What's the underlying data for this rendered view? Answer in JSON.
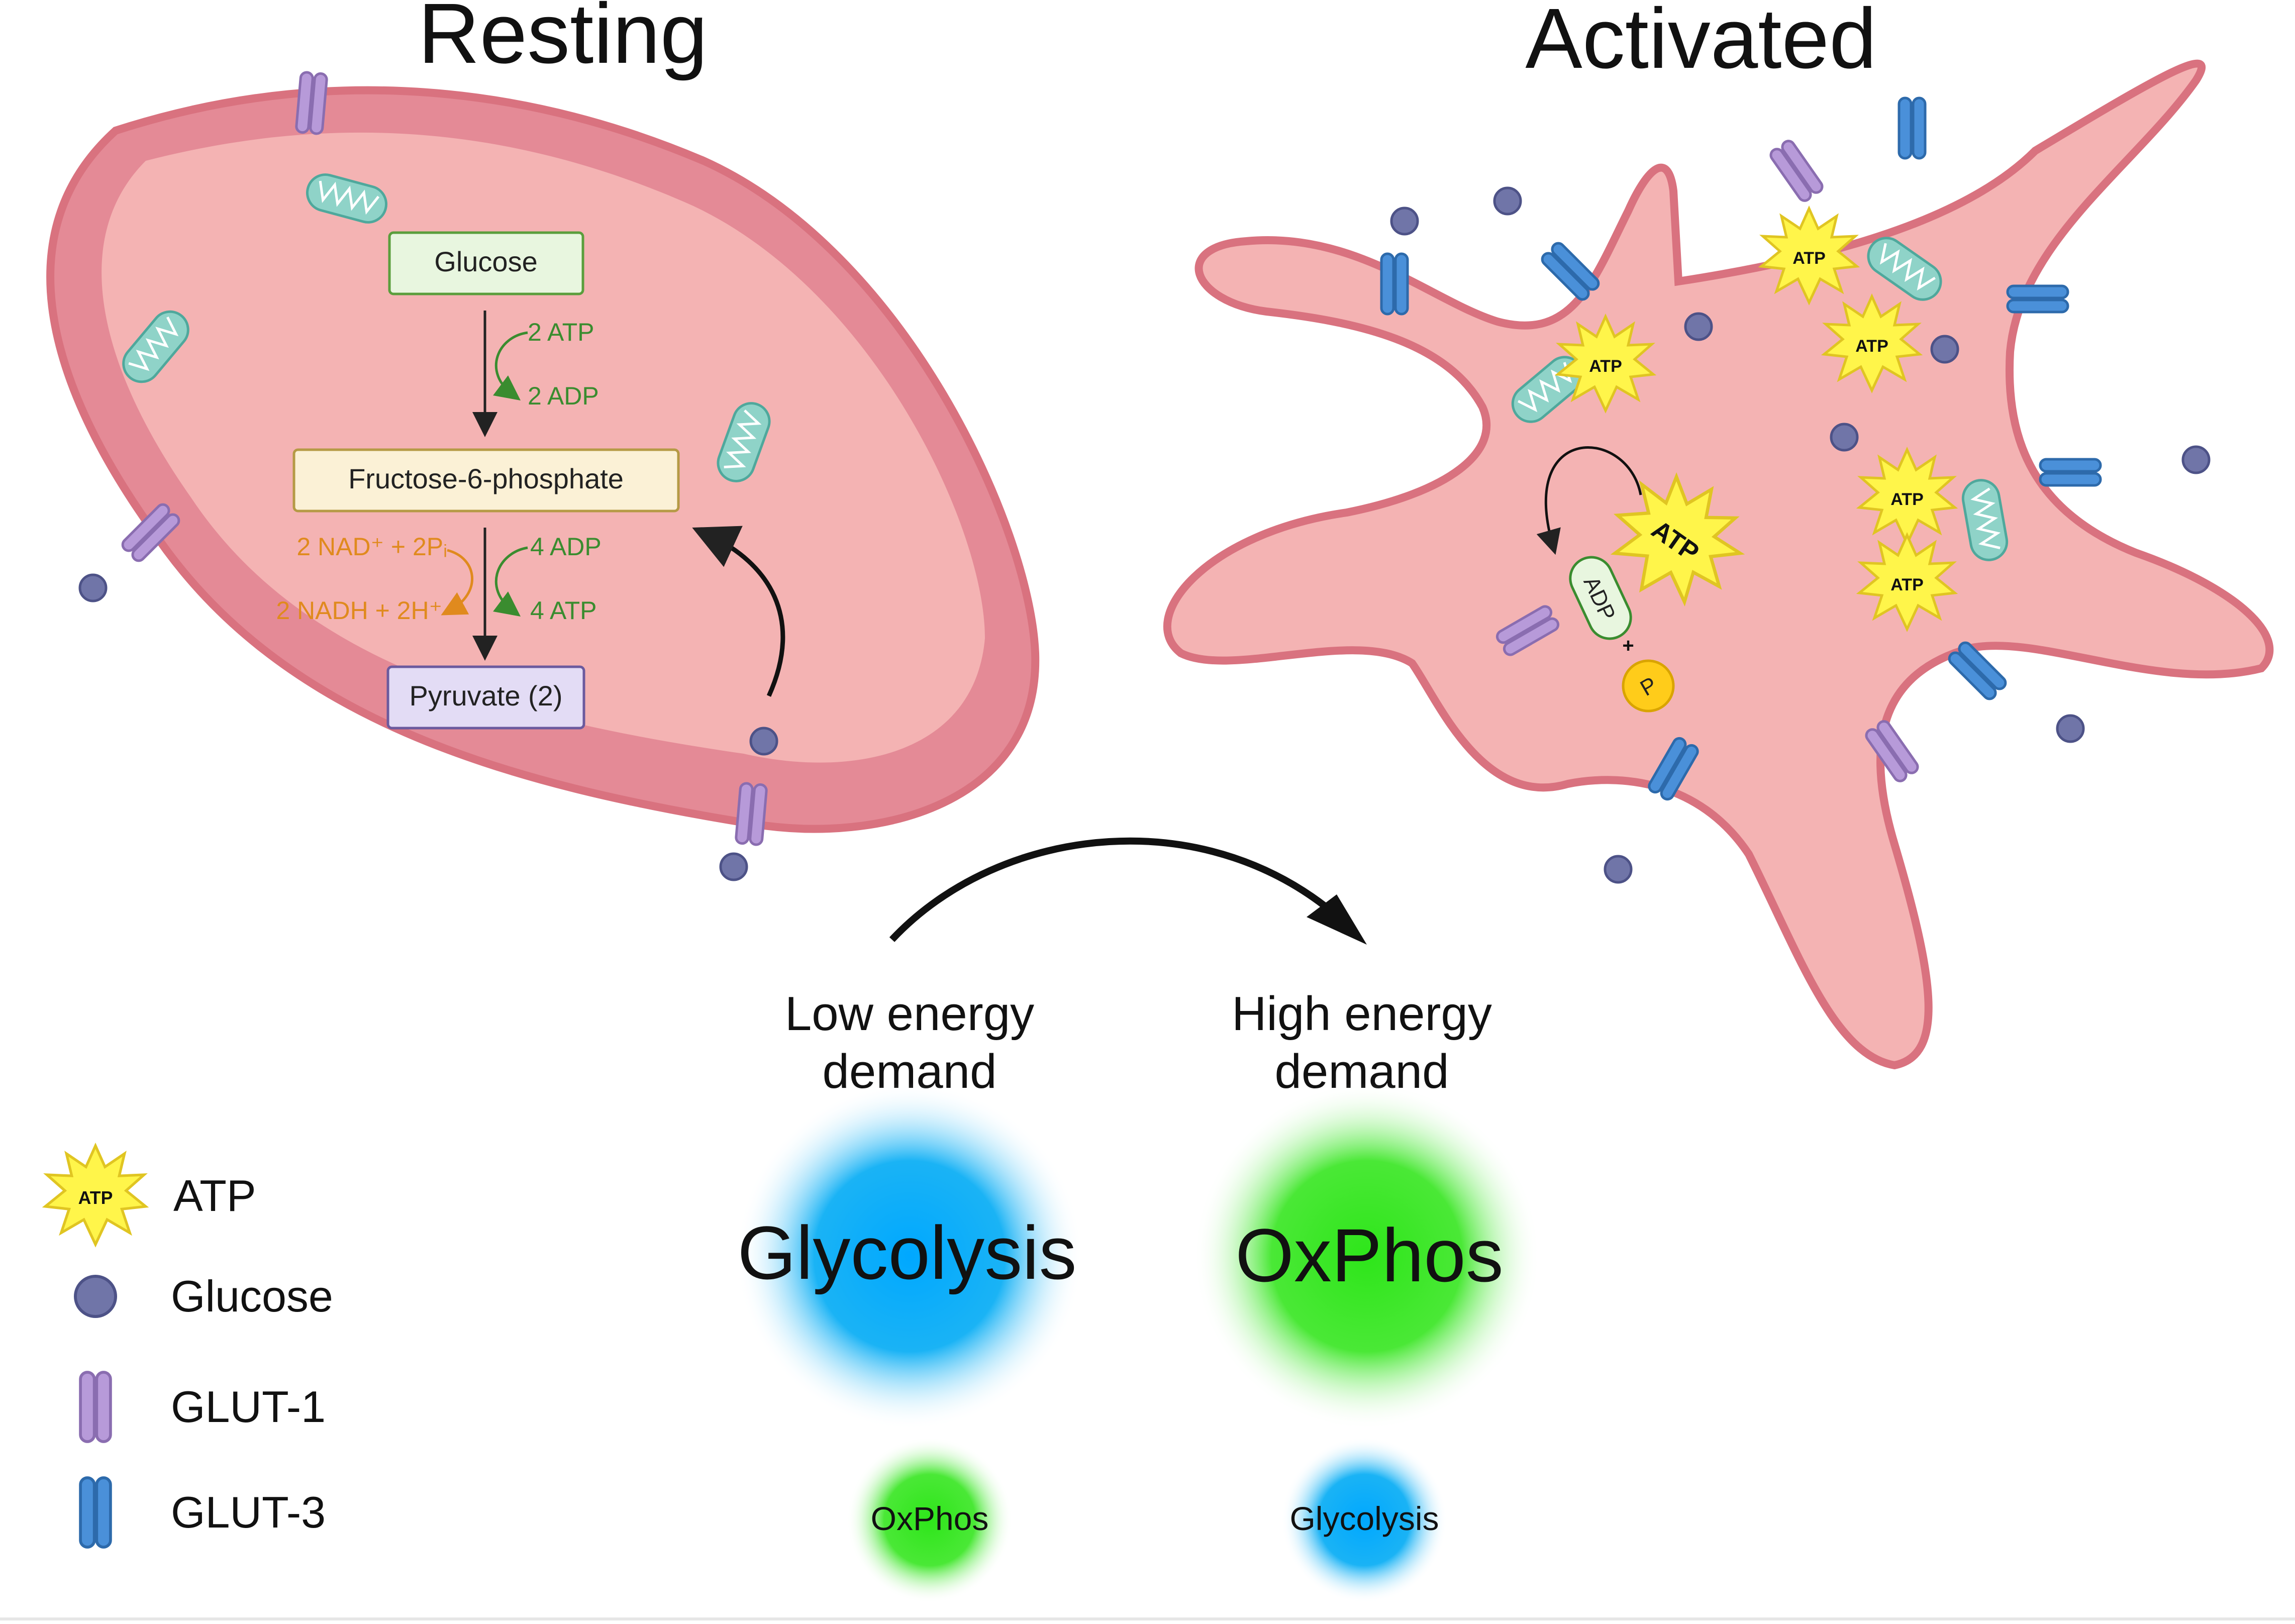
{
  "titles": {
    "resting": "Resting",
    "activated": "Activated"
  },
  "pathway": {
    "glucose": "Glucose",
    "f6p": "Fructose-6-phosphate",
    "pyruvate": "Pyruvate (2)",
    "atp_in": "2 ATP",
    "adp_out": "2 ADP",
    "adp_in": "4 ADP",
    "atp_out": "4 ATP",
    "nad": "2 NAD⁺ + 2Pᵢ",
    "nadh": "2 NADH + 2H⁺"
  },
  "activated_cell": {
    "atp": "ATP",
    "adp": "ADP",
    "plus": "+",
    "phosphate": "P"
  },
  "demand": {
    "low_line1": "Low energy",
    "low_line2": "demand",
    "high_line1": "High energy",
    "high_line2": "demand"
  },
  "blobs": {
    "low_main": "Glycolysis",
    "low_minor": "OxPhos",
    "high_main": "OxPhos",
    "high_minor": "Glycolysis"
  },
  "legend": {
    "atp_label": "ATP",
    "glucose_label": "Glucose",
    "glut1_label": "GLUT-1",
    "glut3_label": "GLUT-3"
  },
  "colors": {
    "membrane": "#d9727f",
    "cytoplasm": "#f4b3b3",
    "glut1": "#b79ad9",
    "glut3": "#4a90d9",
    "glucose": "#7075a8",
    "atp": "#fff54a",
    "mito": "#8fd3c8",
    "green_text": "#3a8c2f",
    "orange_text": "#e08a1e",
    "glycolysis": "#1ea7f4",
    "oxphos": "#3ee62a"
  }
}
